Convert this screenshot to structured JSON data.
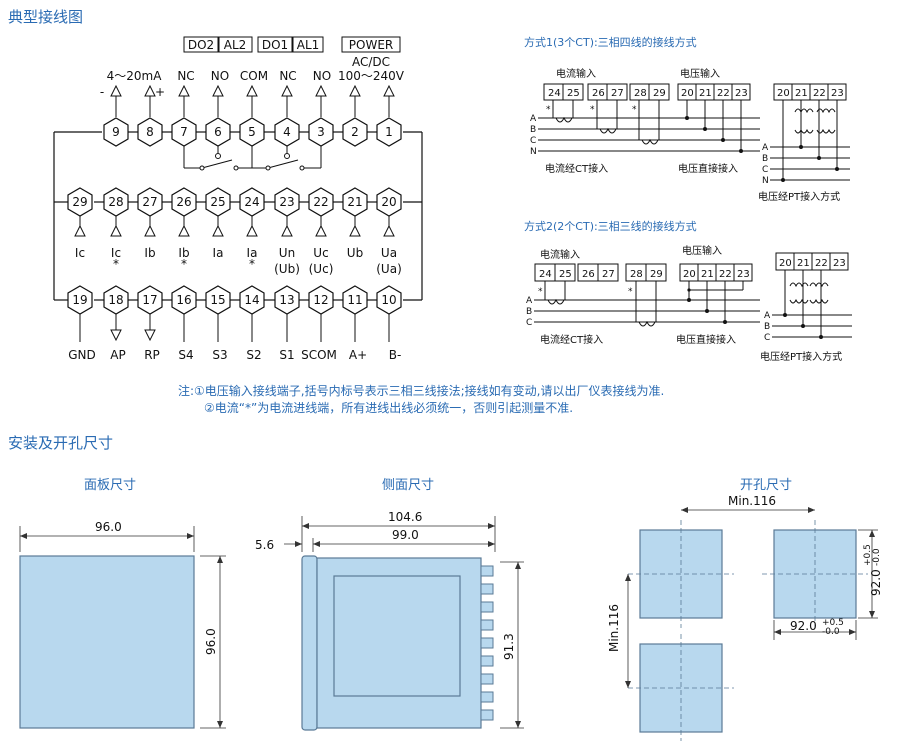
{
  "titles": {
    "wiring": "典型接线图",
    "install": "安装及开孔尺寸",
    "panel": "面板尺寸",
    "side": "侧面尺寸",
    "cutout": "开孔尺寸"
  },
  "top_boxes": [
    "DO2",
    "AL2",
    "DO1",
    "AL1",
    "POWER"
  ],
  "power_label": [
    "AC/DC",
    "100～240V"
  ],
  "row1": {
    "pins": [
      "9",
      "8",
      "7",
      "6",
      "5",
      "4",
      "3",
      "2",
      "1"
    ],
    "labels": [
      "-",
      "4～20mA",
      "+",
      "NC",
      "NO",
      "COM",
      "NC",
      "NO"
    ]
  },
  "row2": {
    "pins": [
      "29",
      "28",
      "27",
      "26",
      "25",
      "24",
      "23",
      "22",
      "21",
      "20"
    ],
    "labels": [
      "Ic",
      "Ic",
      "Ib",
      "Ib",
      "Ia",
      "Ia",
      "Un",
      "Uc",
      "Ub",
      "Ua"
    ],
    "labels2": [
      "(Ub)",
      "(Uc)",
      "(Ua)"
    ],
    "star": "*"
  },
  "row3": {
    "pins": [
      "19",
      "18",
      "17",
      "16",
      "15",
      "14",
      "13",
      "12",
      "11",
      "10"
    ],
    "labels": [
      "GND",
      "AP",
      "RP",
      "S4",
      "S3",
      "S2",
      "S1",
      "SCOM",
      "A+",
      "B-"
    ]
  },
  "notes": [
    "注:①电压输入接线端子,括号内标号表示三相三线接法;接线如有变动,请以出厂仪表接线为准.",
    "②电流“*”为电流进线端，所有进线出线必须统一，否则引起测量不准."
  ],
  "method1": {
    "title": "方式1(3个CT):三相四线的接线方式",
    "current_in": "电流输入",
    "voltage_in": "电压输入",
    "cur_pins": [
      "24",
      "25",
      "26",
      "27",
      "28",
      "29"
    ],
    "volt_pins": [
      "20",
      "21",
      "22",
      "23"
    ],
    "pt_pins": [
      "20",
      "21",
      "22",
      "23"
    ],
    "lines": [
      "A",
      "B",
      "C",
      "N"
    ],
    "ct_label": "电流经CT接入",
    "direct_label": "电压直接接入",
    "pt_label": "电压经PT接入方式"
  },
  "method2": {
    "title": "方式2(2个CT):三相三线的接线方式",
    "current_in": "电流输入",
    "voltage_in": "电压输入",
    "cur_pins": [
      "24",
      "25",
      "26",
      "27",
      "28",
      "29"
    ],
    "volt_pins": [
      "20",
      "21",
      "22",
      "23"
    ],
    "pt_pins": [
      "20",
      "21",
      "22",
      "23"
    ],
    "lines": [
      "A",
      "B",
      "C"
    ],
    "ct_label": "电流经CT接入",
    "direct_label": "电压直接接入",
    "pt_label": "电压经PT接入方式"
  },
  "dims": {
    "panel_w": "96.0",
    "panel_h": "96.0",
    "side_total": "104.6",
    "side_body": "99.0",
    "side_front": "5.6",
    "side_h": "91.3",
    "cut_min_w": "Min.116",
    "cut_min_h": "Min.116",
    "cut_size_w": "92.0",
    "cut_size_h": "92.0",
    "tol_plus": "+0.5",
    "tol_minus": "-0.0"
  },
  "colors": {
    "accent": "#2a6bb3",
    "panel_fill": "#b8d8ee",
    "panel_stroke": "#5a7a96"
  }
}
